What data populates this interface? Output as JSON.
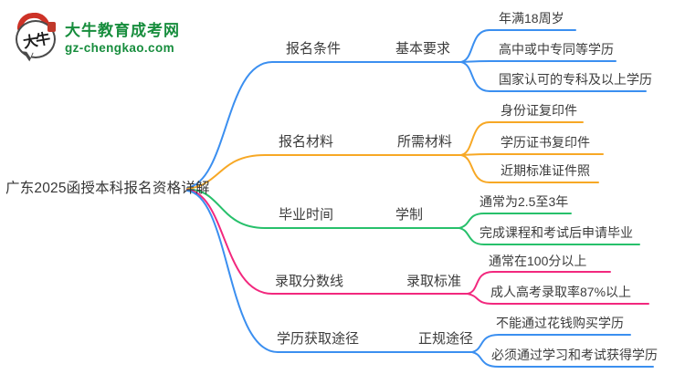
{
  "logo": {
    "mark": "大牛",
    "title": "大牛教育成考网",
    "domain": "gz-chengkao.com",
    "brand_color": "#178d3d"
  },
  "root": {
    "label": "广东2025函授本科报名资格详解"
  },
  "branches": [
    {
      "label": "报名条件",
      "sub": "基本要求",
      "color": "#3b8ff0",
      "leaves": [
        "年满18周岁",
        "高中或中专同等学历",
        "国家认可的专科及以上学历"
      ]
    },
    {
      "label": "报名材料",
      "sub": "所需材料",
      "color": "#f7a825",
      "leaves": [
        "身份证复印件",
        "学历证书复印件",
        "近期标准证件照"
      ]
    },
    {
      "label": "毕业时间",
      "sub": "学制",
      "color": "#27c06b",
      "leaves": [
        "通常为2.5至3年",
        "完成课程和考试后申请毕业"
      ]
    },
    {
      "label": "录取分数线",
      "sub": "录取标准",
      "color": "#f2287e",
      "leaves": [
        "通常在100分以上",
        "成人高考录取率87%以上"
      ]
    },
    {
      "label": "学历获取途径",
      "sub": "正规途径",
      "color": "#3b8ff0",
      "leaves": [
        "不能通过花钱购买学历",
        "必须通过学习和考试获得学历"
      ]
    }
  ]
}
